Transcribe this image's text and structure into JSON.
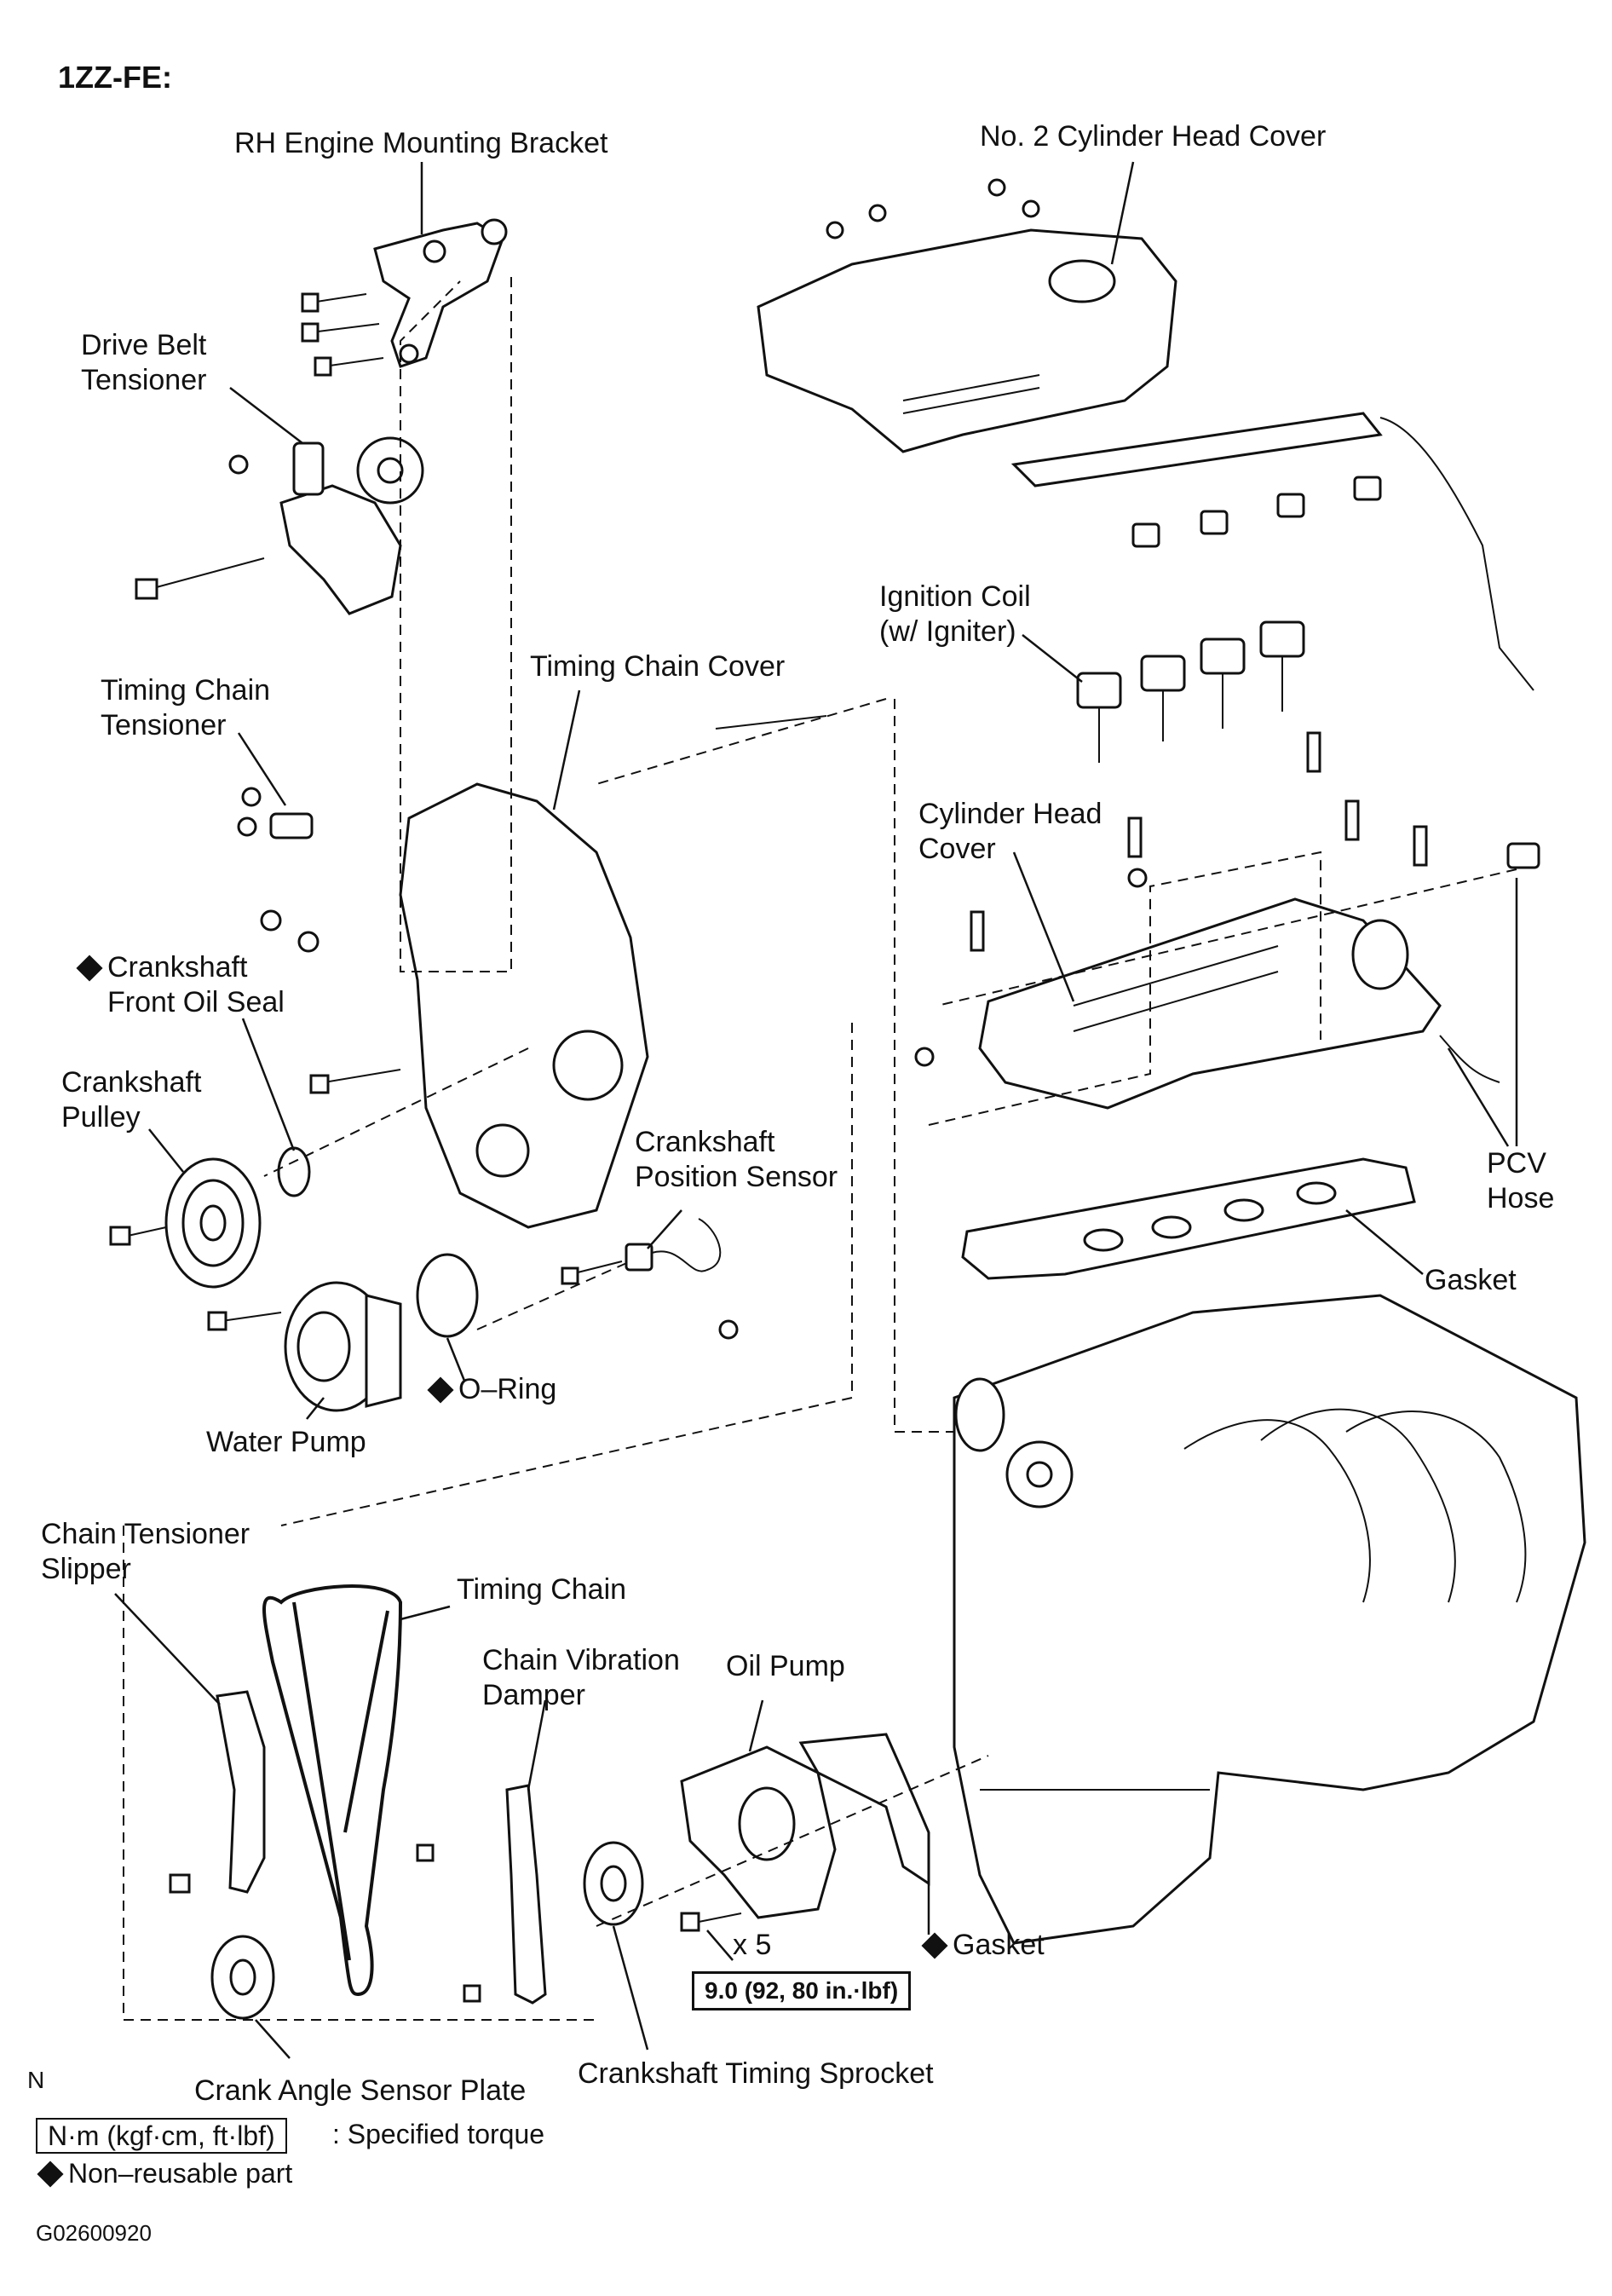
{
  "diagram": {
    "engine_code": "1ZZ-FE:",
    "labels": {
      "rh_engine_mounting_bracket": "RH Engine Mounting Bracket",
      "no2_cylinder_head_cover": "No. 2 Cylinder Head Cover",
      "drive_belt_tensioner_1": "Drive Belt",
      "drive_belt_tensioner_2": "Tensioner",
      "ignition_coil_1": "Ignition Coil",
      "ignition_coil_2": "(w/ Igniter)",
      "timing_chain_tensioner_1": "Timing Chain",
      "timing_chain_tensioner_2": "Tensioner",
      "timing_chain_cover": "Timing Chain Cover",
      "cylinder_head_cover_1": "Cylinder Head",
      "cylinder_head_cover_2": "Cover",
      "crankshaft_front_oil_seal_1": "Crankshaft",
      "crankshaft_front_oil_seal_2": "Front Oil Seal",
      "crankshaft_pulley_1": "Crankshaft",
      "crankshaft_pulley_2": "Pulley",
      "crankshaft_position_sensor_1": "Crankshaft",
      "crankshaft_position_sensor_2": "Position Sensor",
      "pcv_hose_1": "PCV",
      "pcv_hose_2": "Hose",
      "gasket_head": "Gasket",
      "o_ring": "O–Ring",
      "water_pump": "Water Pump",
      "chain_tensioner_slipper_1": "Chain Tensioner",
      "chain_tensioner_slipper_2": "Slipper",
      "timing_chain": "Timing Chain",
      "chain_vibration_damper_1": "Chain Vibration",
      "chain_vibration_damper_2": "Damper",
      "oil_pump": "Oil Pump",
      "bolt_qty": "x 5",
      "gasket_pump": "Gasket",
      "torque_spec": "9.0 (92, 80 in.·lbf)",
      "crank_angle_sensor_plate": "Crank Angle Sensor Plate",
      "crankshaft_timing_sprocket": "Crankshaft Timing Sprocket",
      "corner_mark": "N"
    },
    "legend": {
      "torque_units": "N·m (kgf·cm, ft·lbf)",
      "torque_desc": ": Specified torque",
      "non_reusable": "Non–reusable part"
    },
    "figure_id": "G02600920"
  }
}
